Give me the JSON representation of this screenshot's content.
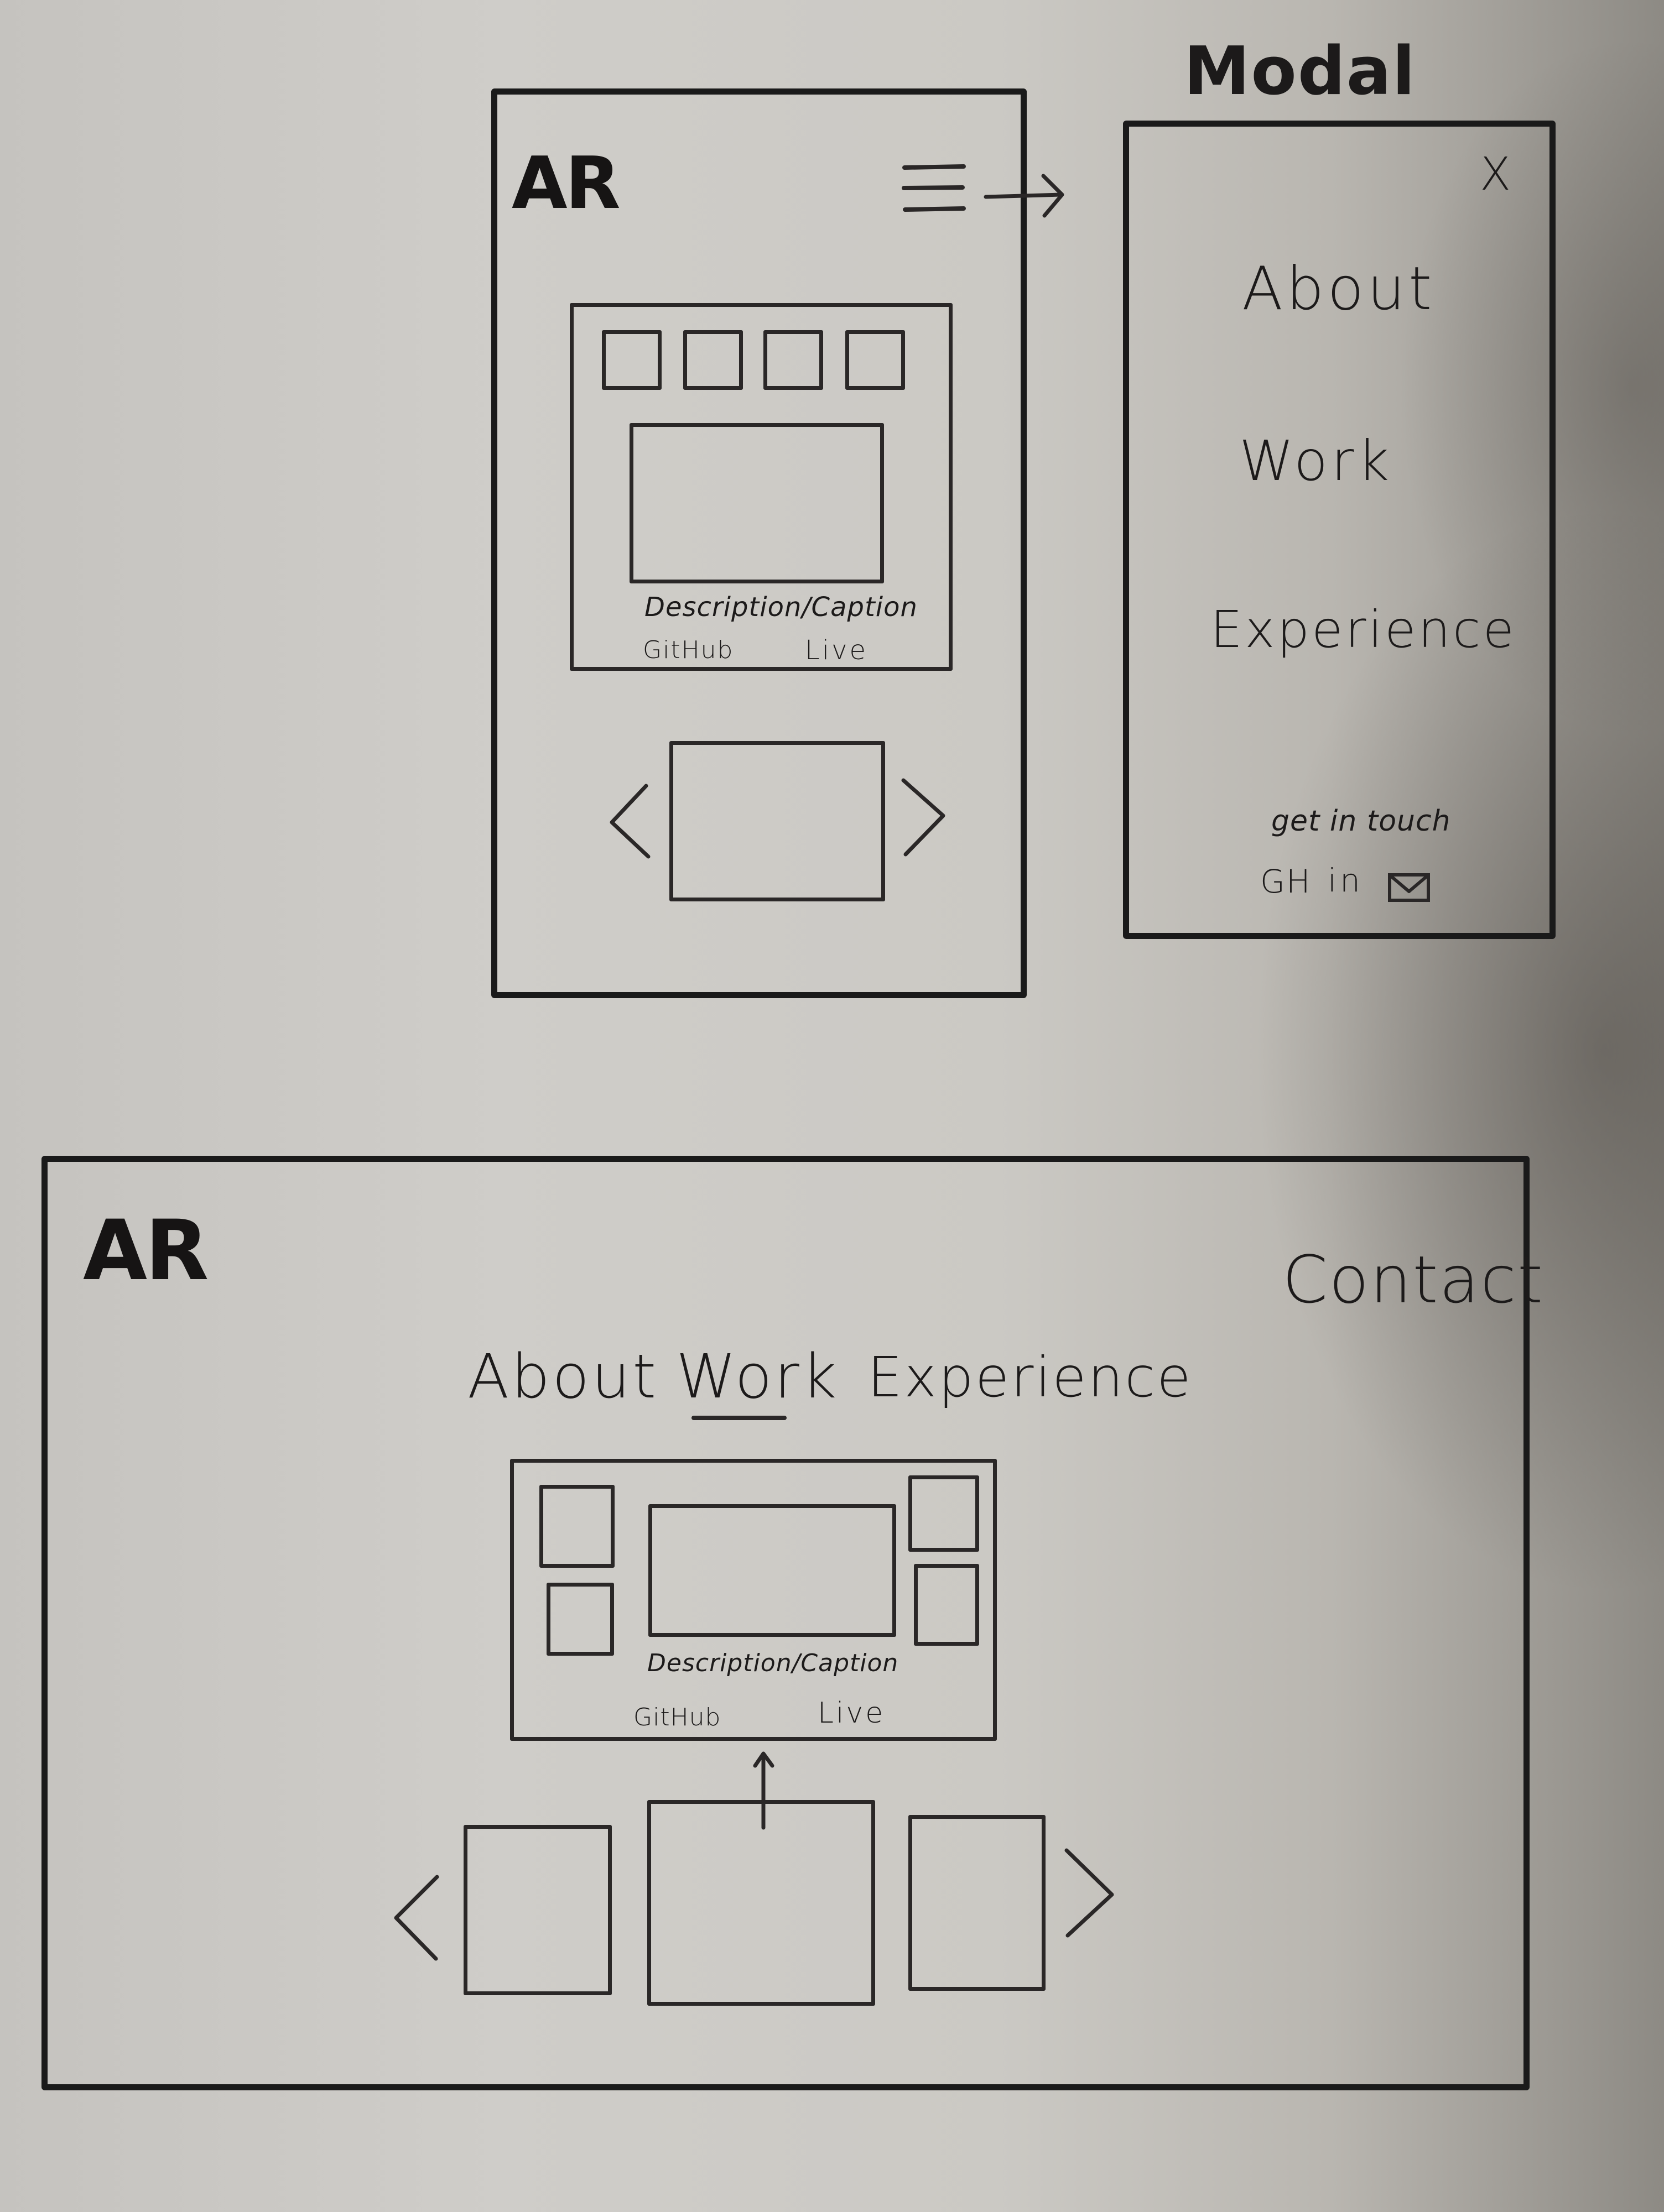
{
  "modal_title": "Modal",
  "mobile": {
    "logo": "AR",
    "card": {
      "caption": "Description/Caption",
      "github": "GitHub",
      "live": "Live"
    }
  },
  "modal": {
    "close": "X",
    "nav": [
      "About",
      "Work",
      "Experience"
    ],
    "contact_heading": "get in touch",
    "links": {
      "github": "GH",
      "linkedin": "in"
    }
  },
  "desktop": {
    "logo": "AR",
    "contact": "Contact",
    "nav": [
      "About",
      "Work",
      "Experience"
    ],
    "active_nav": "Work",
    "card": {
      "caption": "Description/Caption",
      "github": "GitHub",
      "live": "Live"
    }
  },
  "icons": [
    "hamburger-menu-icon",
    "arrow-right-icon",
    "close-icon",
    "chevron-left-icon",
    "chevron-right-icon",
    "mail-icon",
    "arrow-up-icon"
  ]
}
